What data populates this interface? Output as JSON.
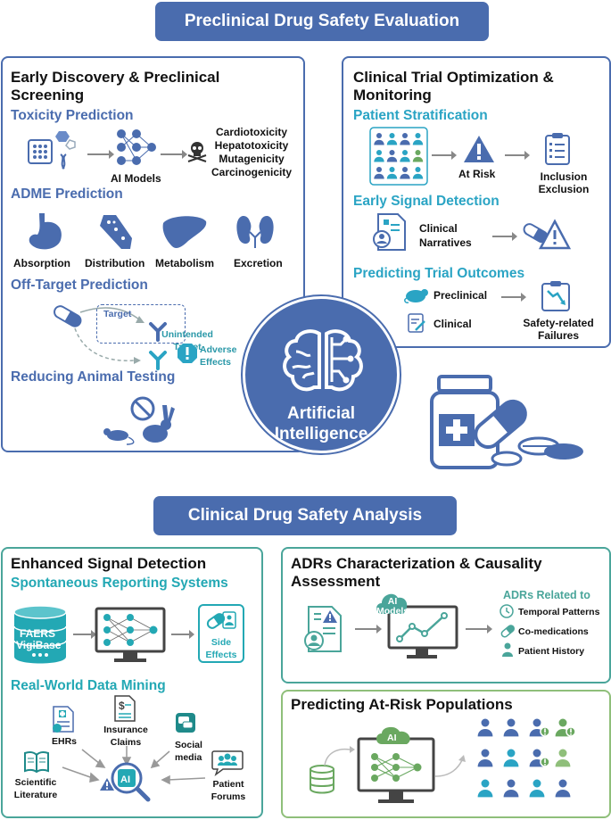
{
  "banners": {
    "preclinical": "Preclinical Drug Safety Evaluation",
    "clinical": "Clinical Drug Safety Analysis"
  },
  "early": {
    "title": "Early Discovery & Preclinical Screening",
    "toxicity": {
      "heading": "Toxicity Prediction",
      "ai_label": "AI Models",
      "outcomes": [
        "Cardiotoxicity",
        "Hepatotoxicity",
        "Mutagenicity",
        "Carcinogenicity"
      ]
    },
    "adme": {
      "heading": "ADME Prediction",
      "labels": [
        "Absorption",
        "Distribution",
        "Metabolism",
        "Excretion"
      ]
    },
    "offtarget": {
      "heading": "Off-Target Prediction",
      "target": "Target",
      "unintended": "Unintended Target",
      "adverse": "Adverse Effects"
    },
    "animal": {
      "heading": "Reducing Animal Testing"
    }
  },
  "trial": {
    "title": "Clinical Trial Optimization & Monitoring",
    "stratification": {
      "heading": "Patient Stratification",
      "at_risk": "At Risk",
      "inclusion": "Inclusion",
      "exclusion": "Exclusion"
    },
    "signal": {
      "heading": "Early Signal Detection",
      "narratives": "Clinical Narratives"
    },
    "outcomes": {
      "heading": "Predicting Trial Outcomes",
      "preclinical": "Preclinical",
      "clinical": "Clinical",
      "failures": "Safety-related Failures"
    }
  },
  "center": {
    "ai_label": "Artificial Intelligence"
  },
  "enhanced": {
    "title": "Enhanced Signal Detection",
    "srs": {
      "heading": "Spontaneous Reporting Systems",
      "db1": "FAERS",
      "db2": "VigiBase",
      "side_effects": "Side Effects"
    },
    "rwd": {
      "heading": "Real-World Data Mining",
      "ehrs": "EHRs",
      "insurance": "Insurance Claims",
      "social": "Social media",
      "literature": "Scientific Literature",
      "forums": "Patient Forums",
      "ai": "AI"
    }
  },
  "adr": {
    "title": "ADRs Characterization & Causality Assessment",
    "ai_models": "AI Models",
    "related": "ADRs Related to",
    "items": [
      "Temporal Patterns",
      "Co-medications",
      "Patient History"
    ]
  },
  "atrisk": {
    "title": "Predicting At-Risk Populations",
    "ai": "AI"
  },
  "colors": {
    "blue": "#4a6cae",
    "teal": "#2aa4c4",
    "green": "#4aa59a",
    "light_green": "#8fbf7a"
  }
}
